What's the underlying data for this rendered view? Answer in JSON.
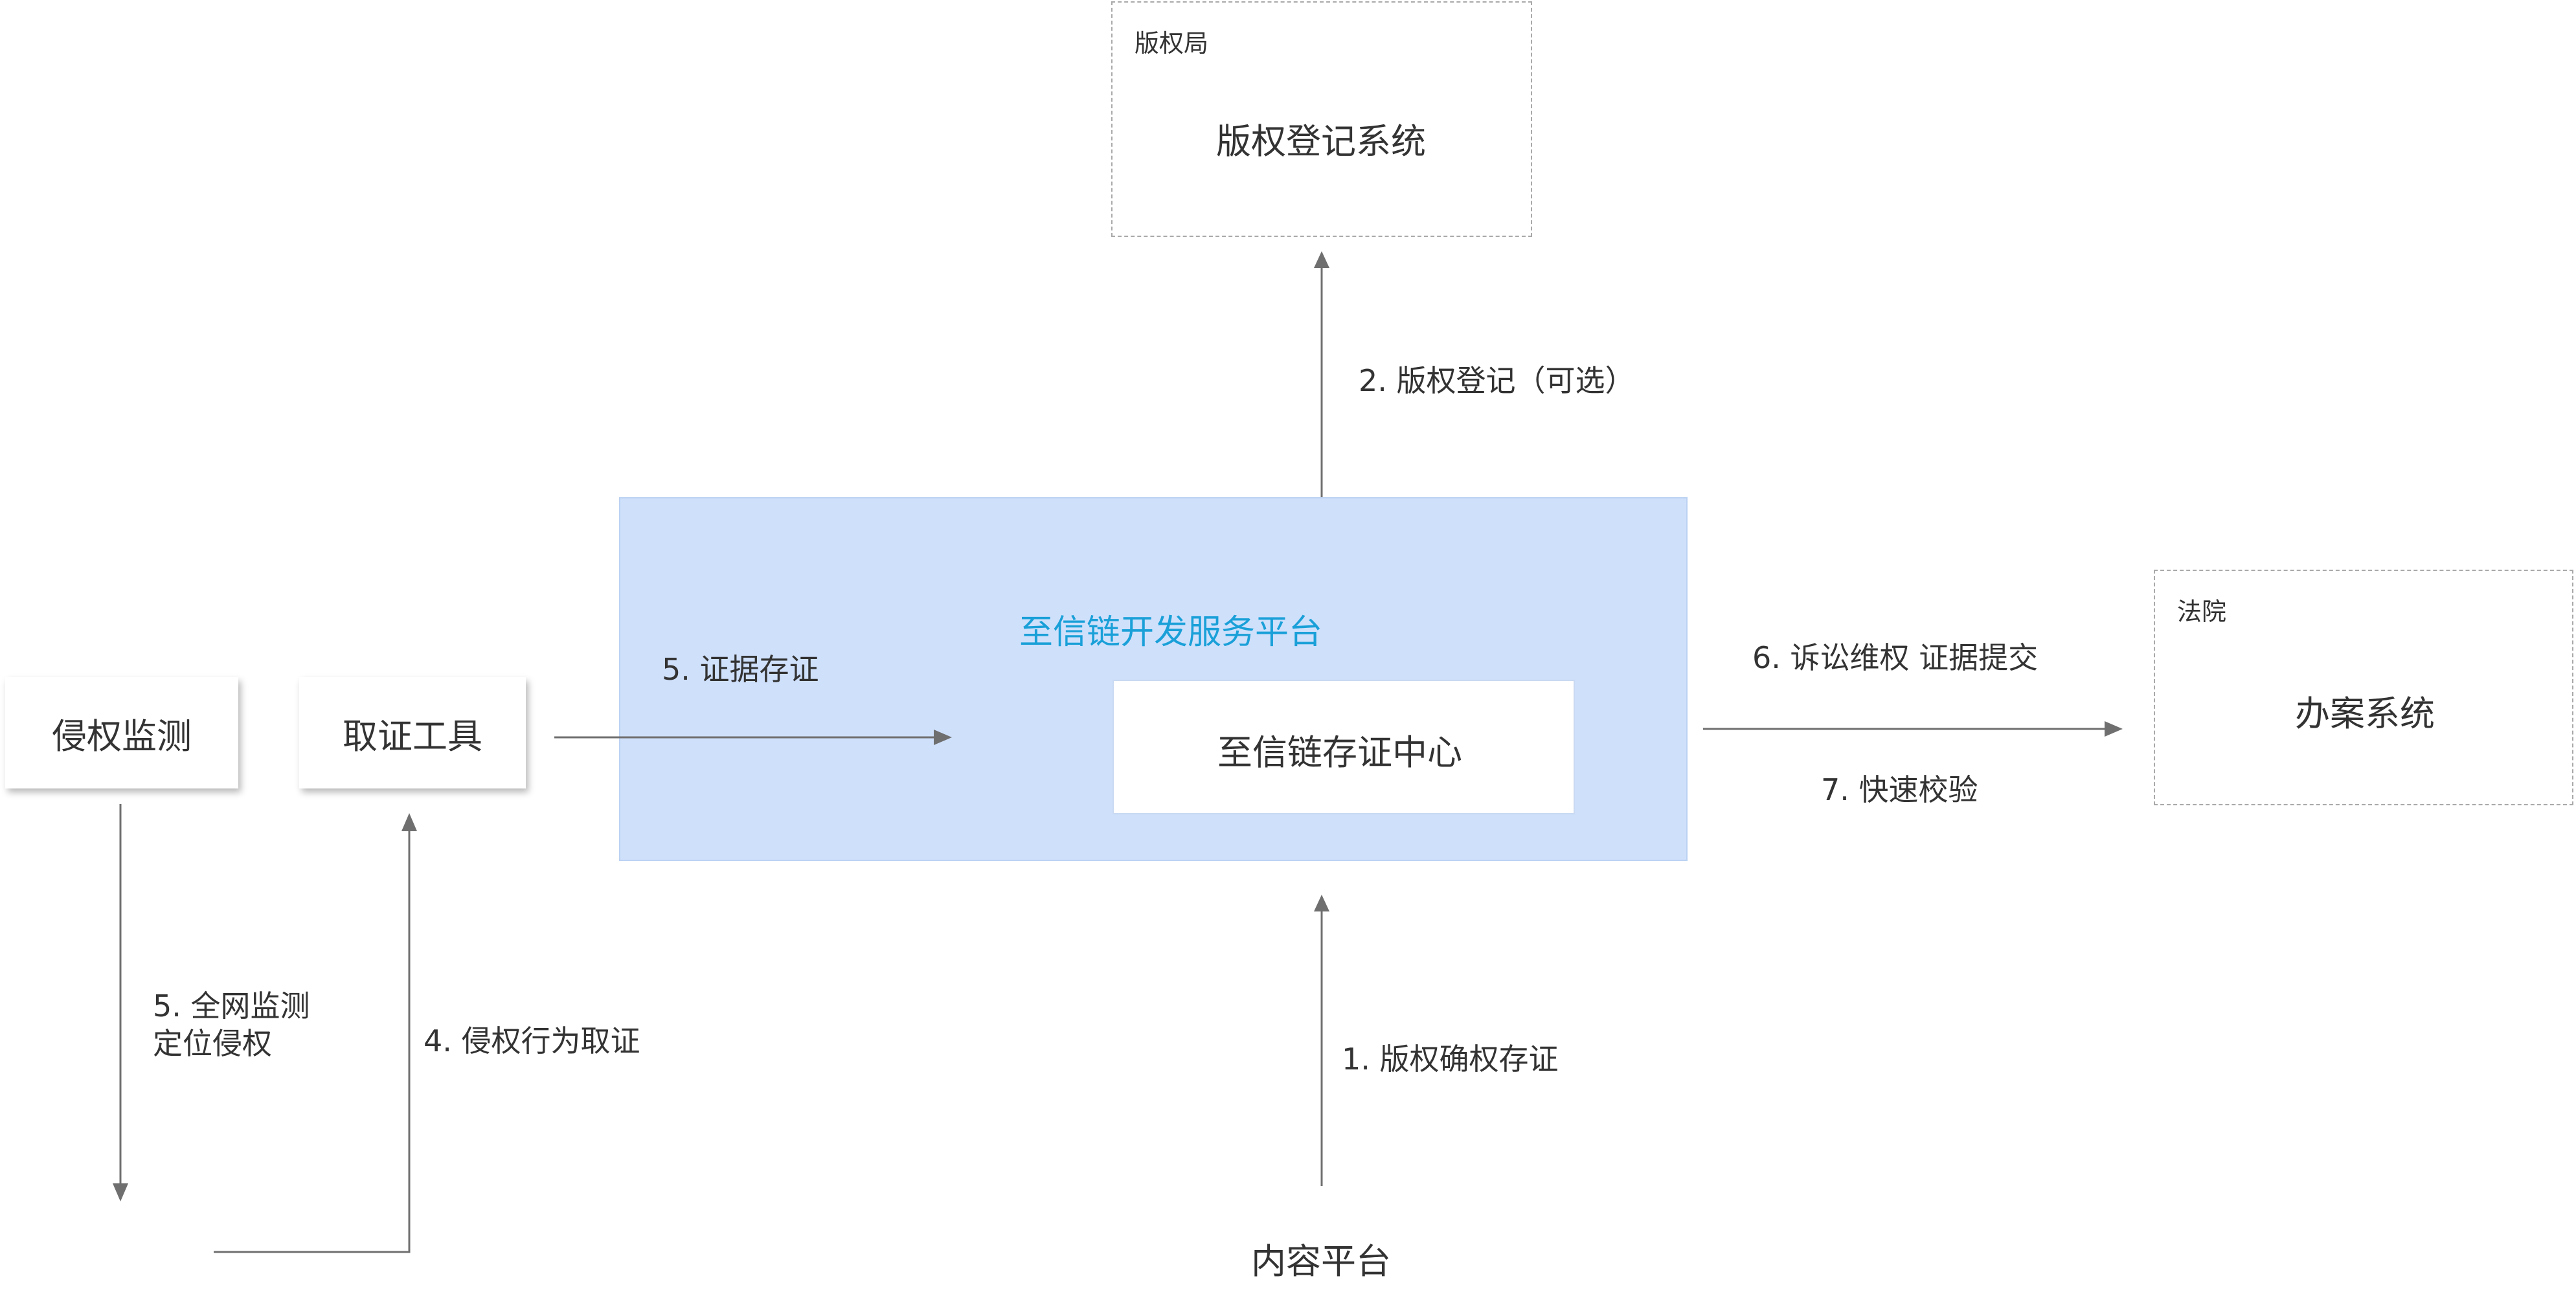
{
  "copyright_office": {
    "caption": "版权局",
    "system": "版权登记系统"
  },
  "court": {
    "caption": "法院",
    "system": "办案系统"
  },
  "platform": {
    "title": "至信链开发服务平台",
    "center": "至信链存证中心"
  },
  "left_cards": {
    "monitor": "侵权监测",
    "evidence_tool": "取证工具"
  },
  "bottom": {
    "content_platform": "内容平台"
  },
  "steps": {
    "step1": "1. 版权确权存证",
    "step2": "2. 版权登记（可选）",
    "step4": "4. 侵权行为取证",
    "step5_store": "5. 证据存证",
    "step5_monitor_line1": "5. 全网监测",
    "step5_monitor_line2": "定位侵权",
    "step6": "6. 诉讼维权 证据提交",
    "step7": "7. 快速校验"
  },
  "colors": {
    "platform_fill": "#cfe0fb",
    "platform_title": "#1aa0d8",
    "arrow": "#6f6f6f"
  }
}
